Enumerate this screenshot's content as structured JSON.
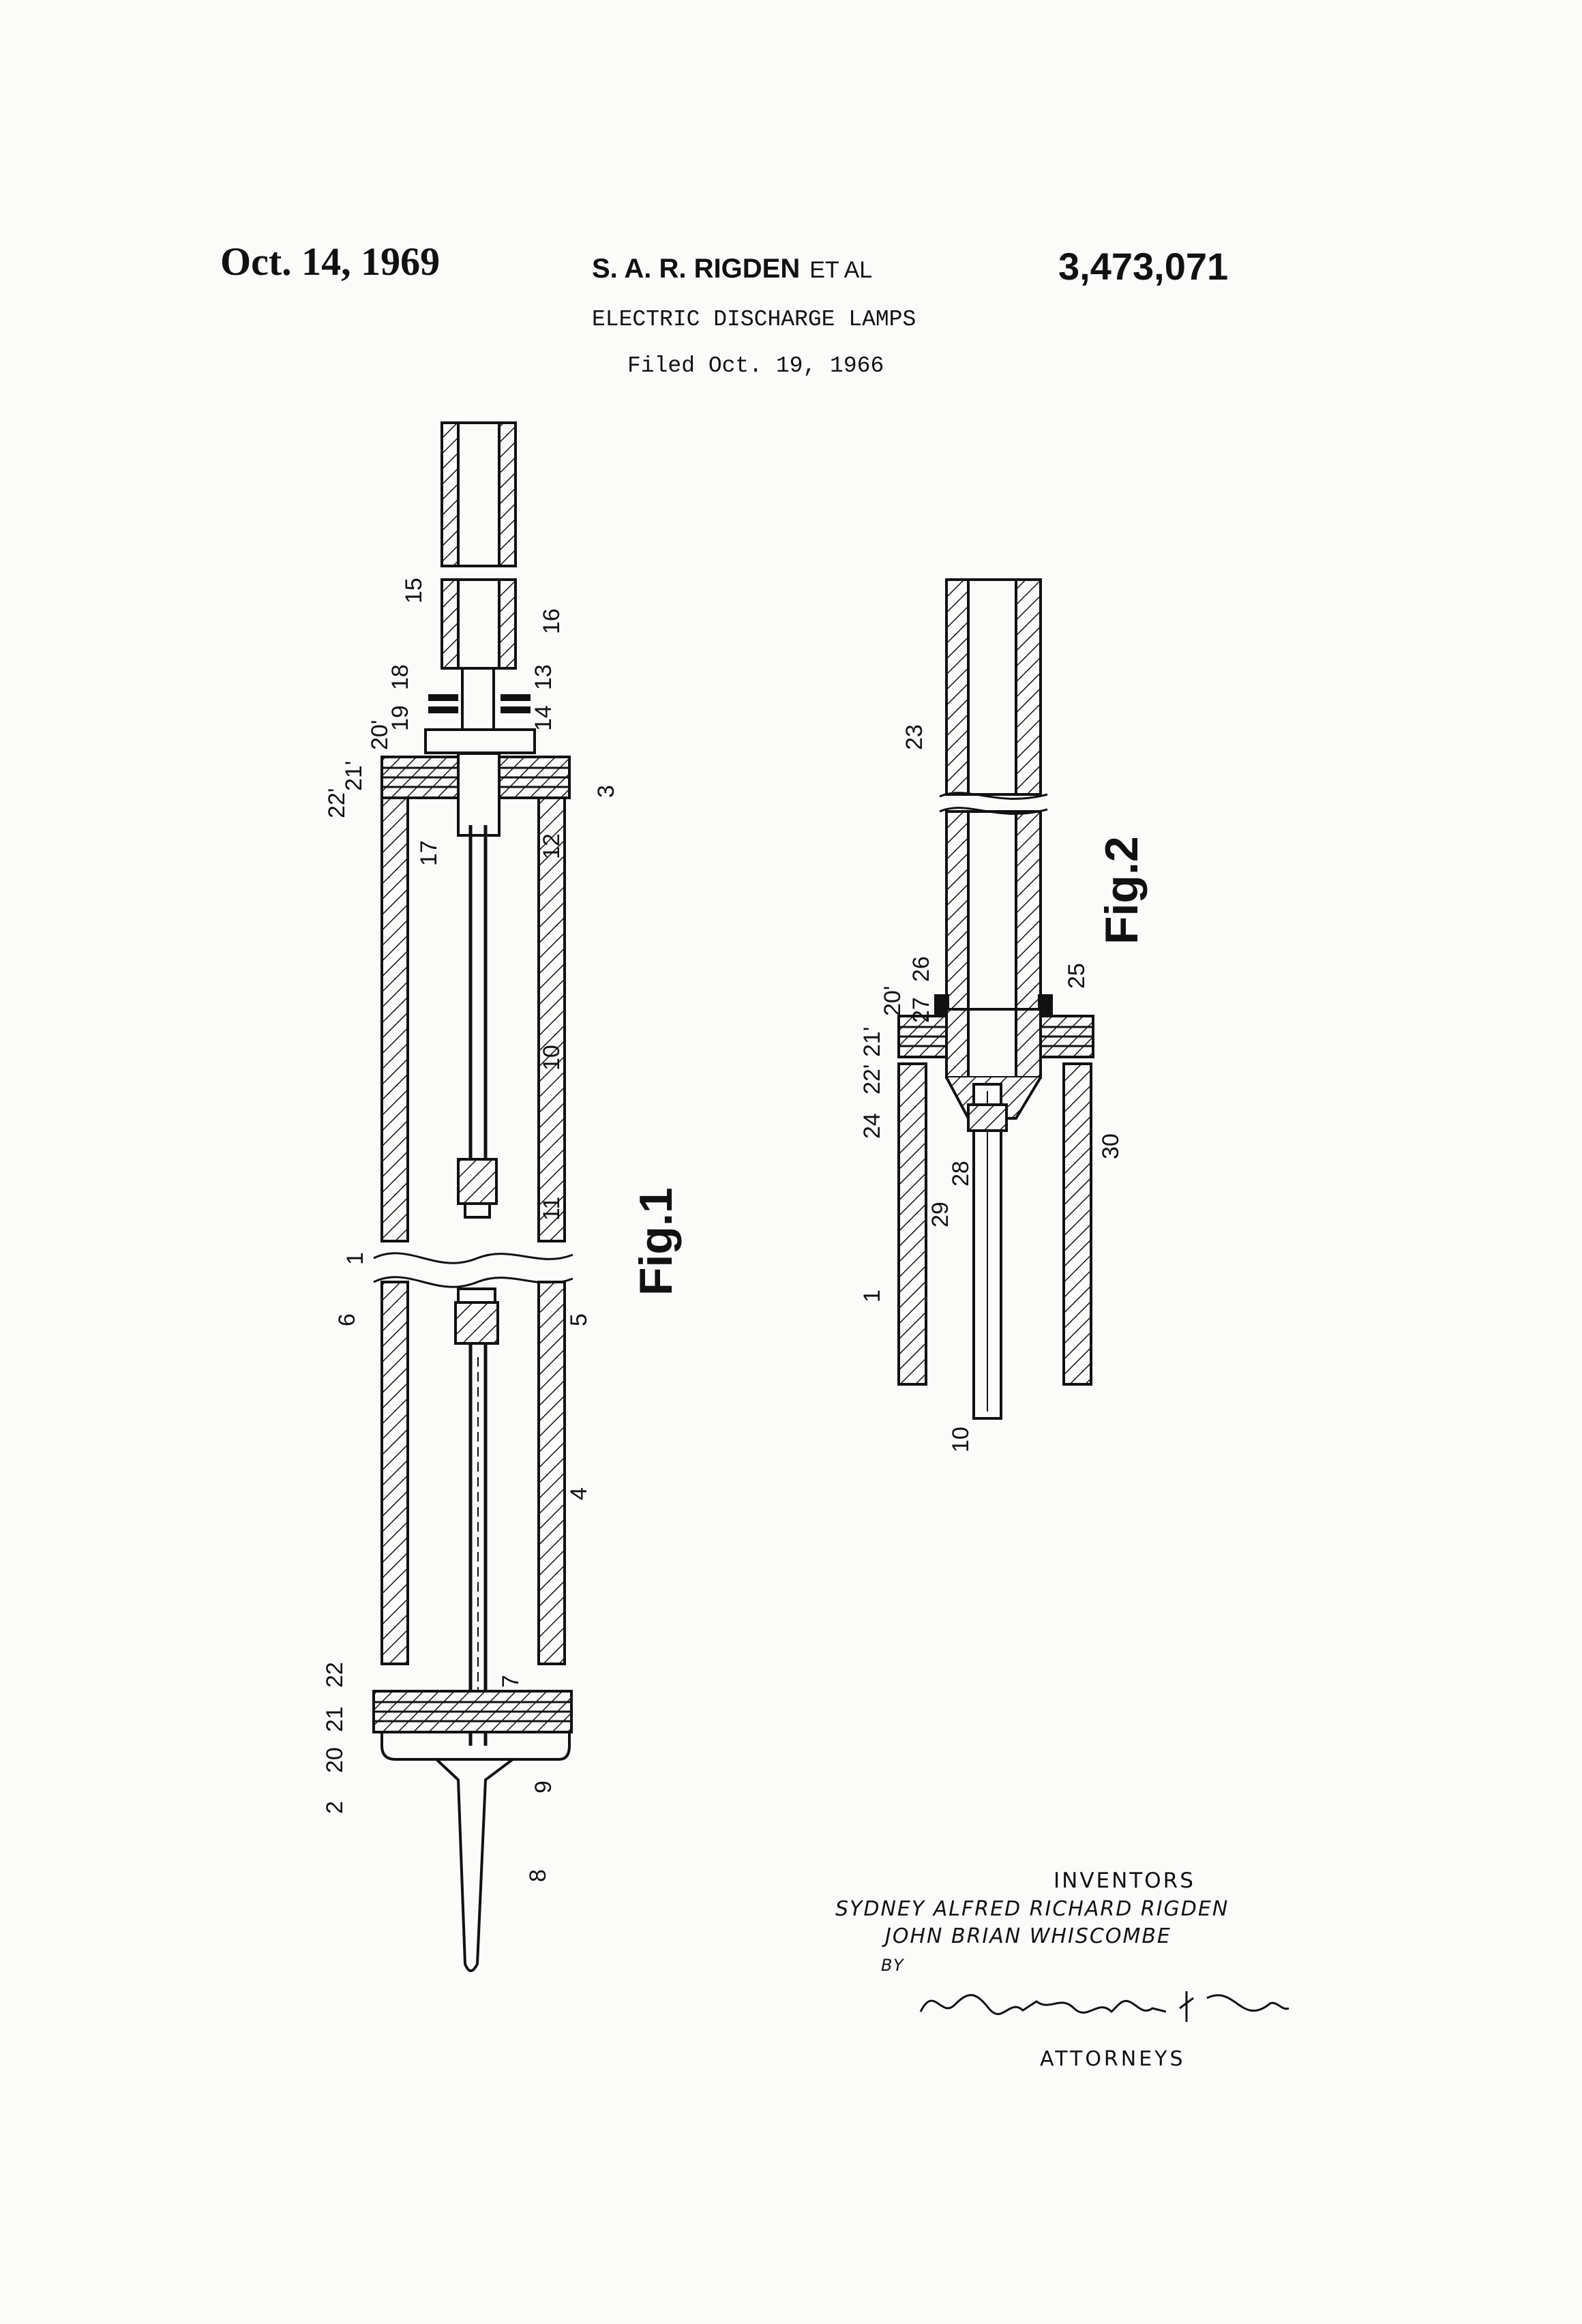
{
  "header": {
    "date": "Oct. 14, 1969",
    "inventor": "S. A. R. RIGDEN",
    "et_al": "ET AL",
    "patent_number": "3,473,071",
    "title": "ELECTRIC DISCHARGE LAMPS",
    "filed": "Filed Oct. 19, 1966"
  },
  "figures": {
    "fig1": {
      "caption": "Fig.1",
      "labels": [
        "15",
        "16",
        "18",
        "13",
        "19",
        "14",
        "20'",
        "21'",
        "22'",
        "3",
        "12",
        "17",
        "10",
        "11",
        "1",
        "6",
        "5",
        "4",
        "22",
        "21",
        "7",
        "20",
        "9",
        "2",
        "8"
      ]
    },
    "fig2": {
      "caption": "Fig.2",
      "labels": [
        "23",
        "26",
        "25",
        "27",
        "20'",
        "21'",
        "22'",
        "24",
        "28",
        "29",
        "30",
        "1",
        "10"
      ]
    }
  },
  "signature_block": {
    "heading": "INVENTORS",
    "inventor_1": "SYDNEY ALFRED RICHARD RIGDEN",
    "inventor_2": "JOHN BRIAN WHISCOMBE",
    "by": "BY",
    "attorney_signature": "Kirschstein, Kirschstein & Ottinger",
    "attorneys_label": "ATTORNEYS"
  }
}
